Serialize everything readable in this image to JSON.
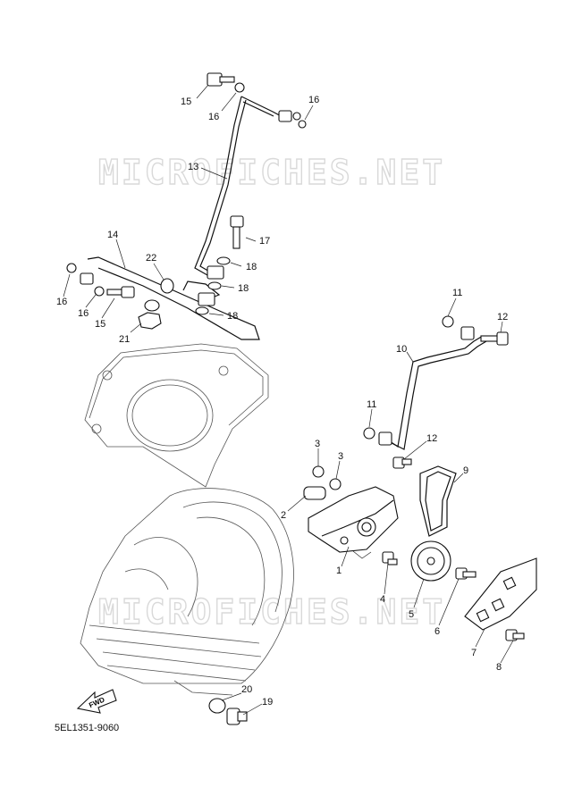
{
  "diagram": {
    "watermark": "MICROFICHES.NET",
    "code": "5EL1351-9060",
    "fwd": "FWD",
    "labels": [
      {
        "id": "l15a",
        "text": "15"
      },
      {
        "id": "l16a",
        "text": "16"
      },
      {
        "id": "l16b",
        "text": "16"
      },
      {
        "id": "l13",
        "text": "13"
      },
      {
        "id": "l17",
        "text": "17"
      },
      {
        "id": "l18a",
        "text": "18"
      },
      {
        "id": "l18b",
        "text": "18"
      },
      {
        "id": "l18c",
        "text": "18"
      },
      {
        "id": "l14",
        "text": "14"
      },
      {
        "id": "l22",
        "text": "22"
      },
      {
        "id": "l16c",
        "text": "16"
      },
      {
        "id": "l16d",
        "text": "16"
      },
      {
        "id": "l15b",
        "text": "15"
      },
      {
        "id": "l21",
        "text": "21"
      },
      {
        "id": "l11a",
        "text": "11"
      },
      {
        "id": "l12a",
        "text": "12"
      },
      {
        "id": "l10",
        "text": "10"
      },
      {
        "id": "l11b",
        "text": "11"
      },
      {
        "id": "l12b",
        "text": "12"
      },
      {
        "id": "l3a",
        "text": "3"
      },
      {
        "id": "l3b",
        "text": "3"
      },
      {
        "id": "l9",
        "text": "9"
      },
      {
        "id": "l2",
        "text": "2"
      },
      {
        "id": "l1",
        "text": "1"
      },
      {
        "id": "l4",
        "text": "4"
      },
      {
        "id": "l5",
        "text": "5"
      },
      {
        "id": "l6",
        "text": "6"
      },
      {
        "id": "l7",
        "text": "7"
      },
      {
        "id": "l8",
        "text": "8"
      },
      {
        "id": "l20",
        "text": "20"
      },
      {
        "id": "l19",
        "text": "19"
      }
    ]
  }
}
